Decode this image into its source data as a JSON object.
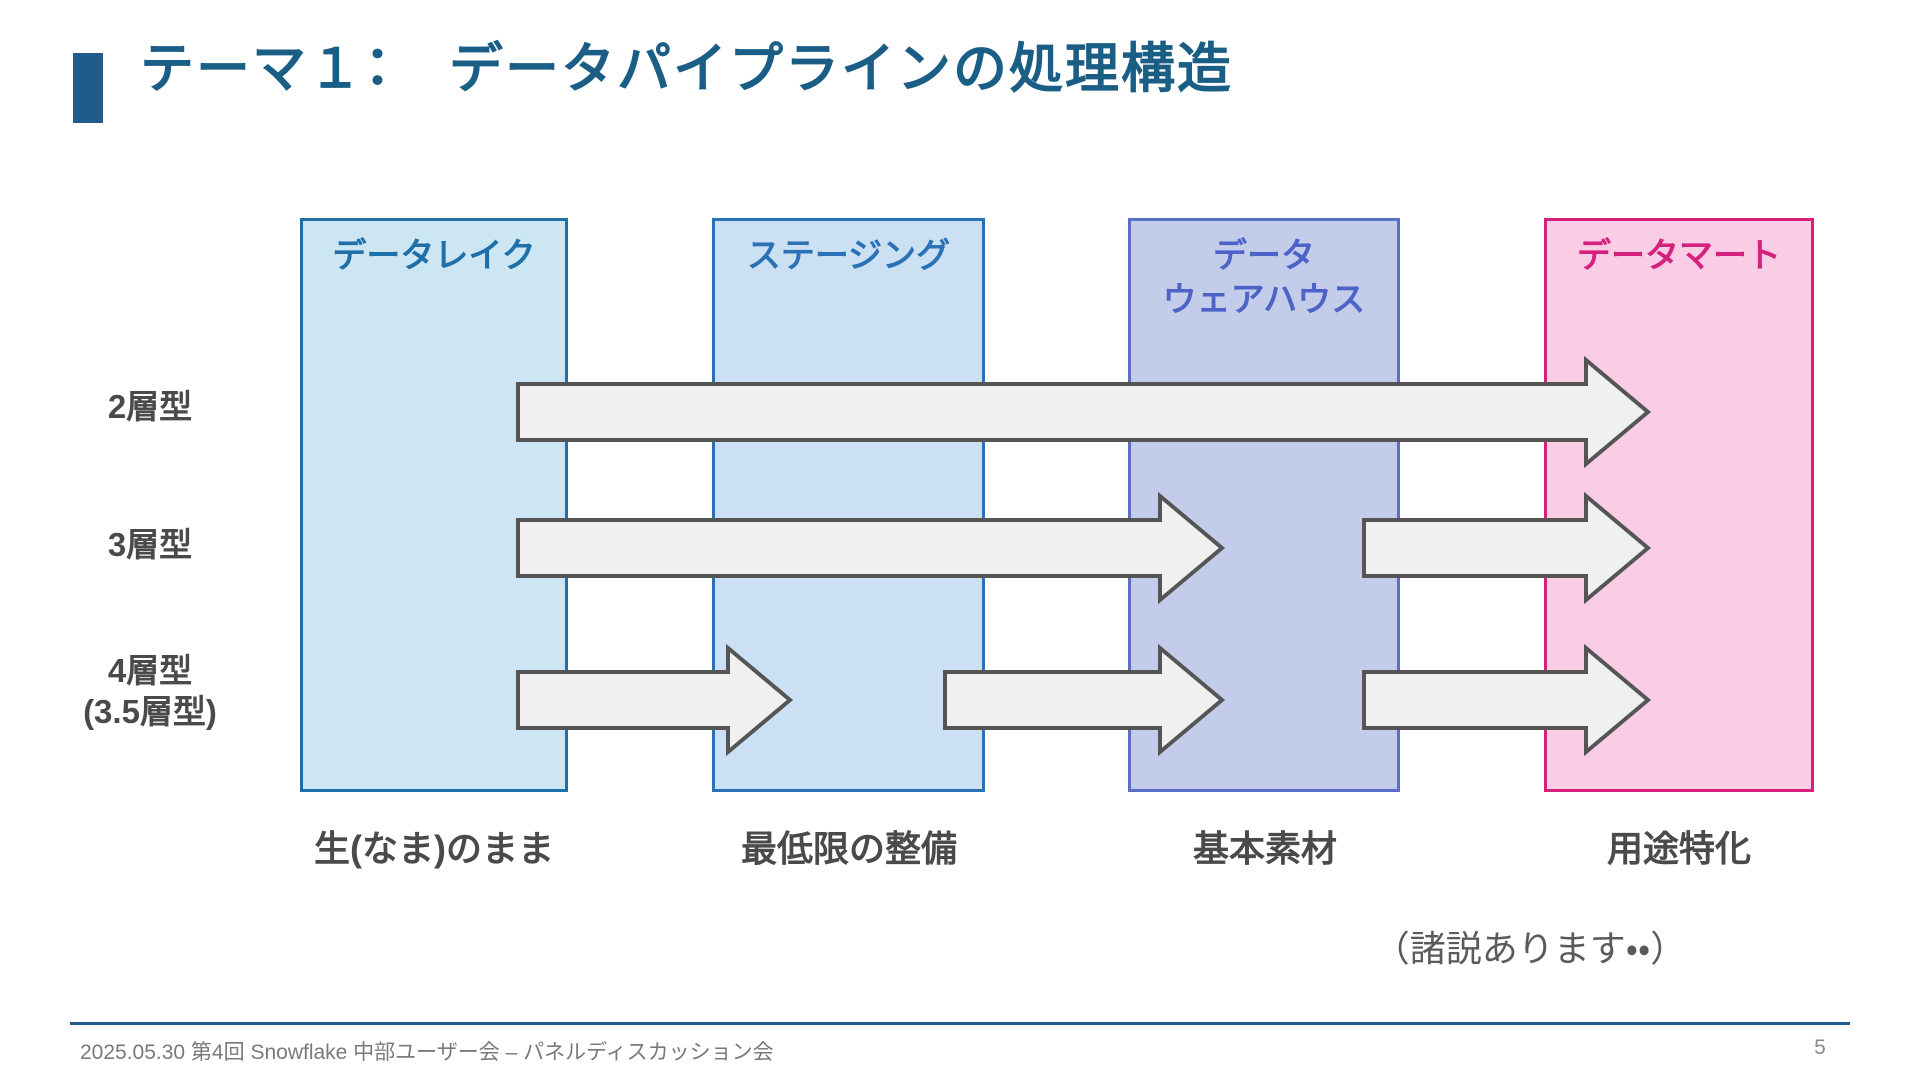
{
  "slide": {
    "title": "テーマ１：　データパイプラインの処理構造",
    "accent_color": "#1F5C8B",
    "title_color": "#1B5E85"
  },
  "diagram": {
    "columns": [
      {
        "id": "lake",
        "title": "データレイク",
        "caption": "生(なま)のまま",
        "fill": "#CDE6F4",
        "border": "#1F6FA8",
        "text_color": "#1F6FA8"
      },
      {
        "id": "stage",
        "title": "ステージング",
        "caption": "最低限の整備",
        "fill": "#CCE0F4",
        "border": "#2A72B5",
        "text_color": "#2A72B5"
      },
      {
        "id": "dwh",
        "title": "データ\nウェアハウス",
        "caption": "基本素材",
        "fill": "#C3CCE9",
        "border": "#5B6FC9",
        "text_color": "#4E63C8"
      },
      {
        "id": "mart",
        "title": "データマート",
        "caption": "用途特化",
        "fill": "#FACDE7",
        "border": "#D6207E",
        "text_color": "#D6207E"
      }
    ],
    "rows": [
      {
        "id": "two-tier",
        "label": "2層型",
        "arrow_count": 1
      },
      {
        "id": "three-tier",
        "label": "3層型",
        "arrow_count": 2
      },
      {
        "id": "four-tier",
        "label": "4層型\n(3.5層型)",
        "arrow_count": 3
      }
    ],
    "arrow_fill": "#F0F0F0",
    "arrow_stroke": "#555555",
    "note": "（諸説あります・・）"
  },
  "footer": {
    "text": "2025.05.30 第4回 Snowflake 中部ユーザー会 – パネルディスカッション会",
    "page": "5",
    "rule_color": "#1F5C8B"
  }
}
